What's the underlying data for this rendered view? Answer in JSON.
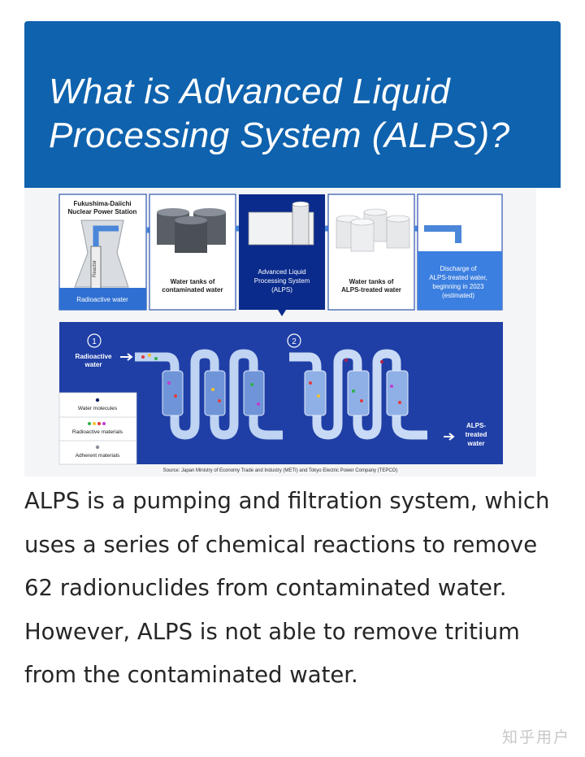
{
  "banner": {
    "title_line1": "What is Advanced Liquid",
    "title_line2": "Processing System (ALPS)?"
  },
  "figure": {
    "step1_title_line1": "Fukushima-Daiichi",
    "step1_title_line2": "Nuclear Power Station",
    "reactor_label": "Reactor",
    "radioactive_water": "Radioactive water",
    "tanks_contaminated_line1": "Water tanks of",
    "tanks_contaminated_line2": "contaminated water",
    "alps_line1": "Advanced Liquid",
    "alps_line2": "Processing System",
    "alps_line3": "(ALPS)",
    "tanks_treated_line1": "Water tanks of",
    "tanks_treated_line2": "ALPS-treated water",
    "discharge_line1": "Discharge of",
    "discharge_line2": "ALPS-treated water,",
    "discharge_line3": "beginning in 2023",
    "discharge_line4": "(estimated)",
    "marker1": "1",
    "marker2": "2",
    "radioactive_in_line1": "Radioactive",
    "radioactive_in_line2": "water",
    "legend_water": "Water molecules",
    "legend_radioactive": "Radioactive materials",
    "legend_adherent": "Adherent materials",
    "treated_out_line1": "ALPS-",
    "treated_out_line2": "treated",
    "treated_out_line3": "water",
    "source": "Source: Japan Ministry of Economy Trade and Industry (METI) and Tokyo Electric Power Company (TEPCO)"
  },
  "body_text": "ALPS is a pumping and filtration system, which uses a series of chemical reactions to remove 62 radionuclides from contaminated water. However, ALPS is not able to remove tritium from the contaminated water.",
  "watermark": "知乎用户",
  "colors": {
    "banner_bg": "#0f62ad",
    "diagram_blue": "#1f3fa6",
    "dark_blue": "#0a2b8c",
    "water_blue": "#3b6fd1"
  }
}
